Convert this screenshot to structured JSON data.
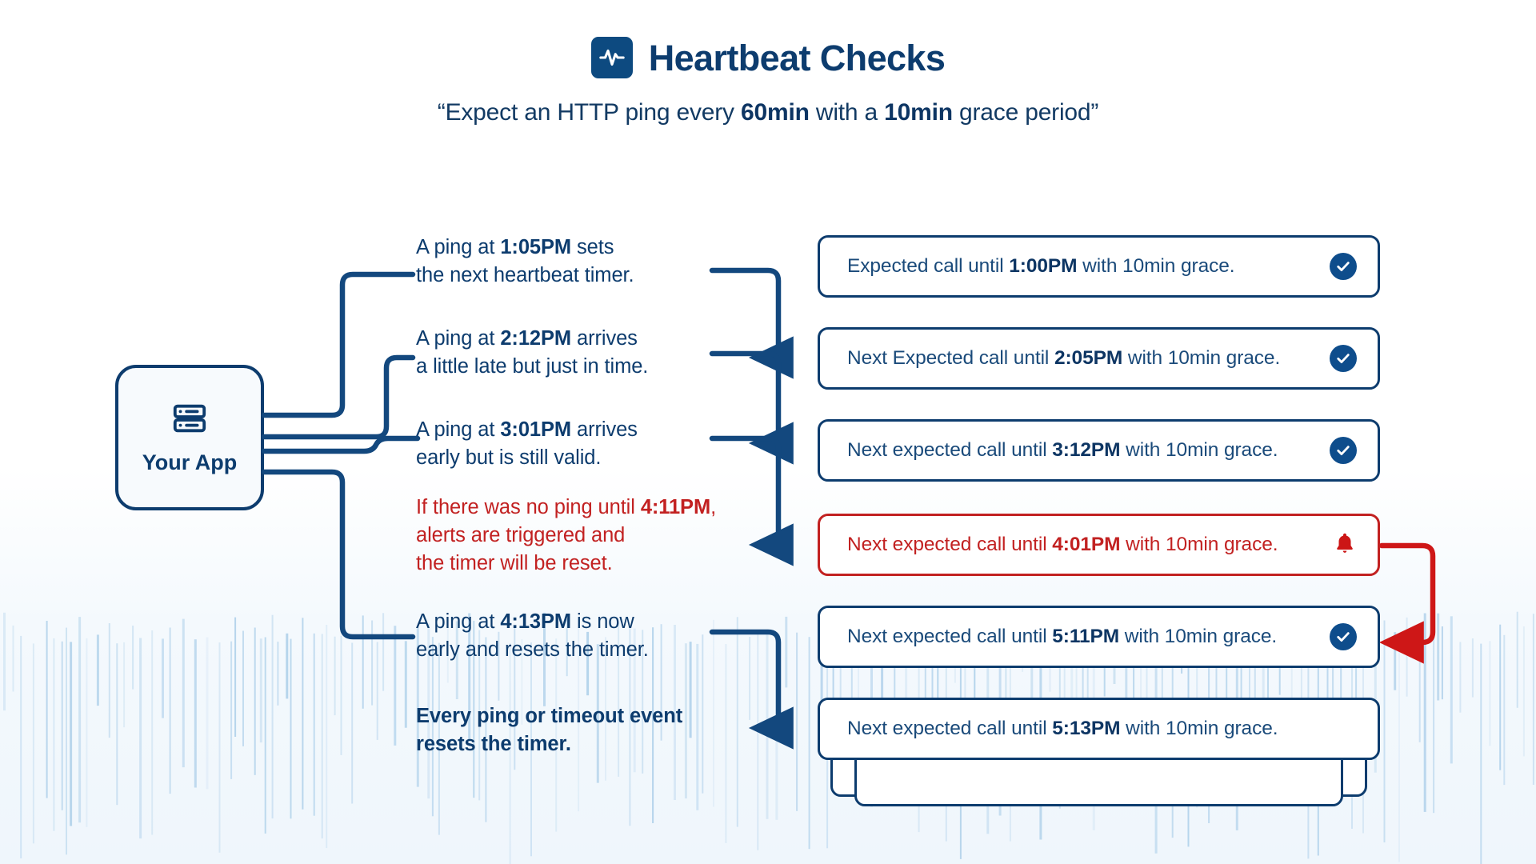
{
  "header": {
    "icon": "heartbeat-pulse-icon",
    "title": "Heartbeat Checks",
    "subtitle_prefix": "“Expect an HTTP ping every ",
    "subtitle_bold_1": "60min",
    "subtitle_middle": " with a ",
    "subtitle_bold_2": "10min",
    "subtitle_suffix": " grace period”"
  },
  "app_node": {
    "icon": "server-rack-icon",
    "label": "Your App"
  },
  "colors": {
    "navy": "#0d3c6e",
    "navy_deep": "#0d4a80",
    "red": "#c22121",
    "card_text": "#1a4a7a",
    "page_bg": "#ffffff",
    "wash_bg": "#eff6fc"
  },
  "events": [
    {
      "id": "ping-1-05pm",
      "tone": "normal",
      "text": "A ping at 1:05PM sets\nthe next heartbeat timer.",
      "bold": [
        "1:05PM"
      ]
    },
    {
      "id": "ping-2-12pm",
      "tone": "normal",
      "text": "A ping at 2:12PM arrives\na little late but just in time.",
      "bold": [
        "2:12PM"
      ]
    },
    {
      "id": "ping-3-01pm",
      "tone": "normal",
      "text": " A ping at 3:01PM arrives\n early but is still valid.",
      "bold": [
        "3:01PM"
      ]
    },
    {
      "id": "no-ping-4-11pm",
      "tone": "alert",
      "text": "If there was no ping until 4:11PM,\nalerts are triggered and\nthe timer will be reset.",
      "bold": [
        "4:11PM"
      ]
    },
    {
      "id": "ping-4-13pm",
      "tone": "normal",
      "text": "A ping at 4:13PM is now\nearly and resets the timer.",
      "bold": [
        "4:13PM"
      ]
    },
    {
      "id": "summary-note",
      "tone": "summary",
      "text": "Every ping or timeout event\nresets the timer.",
      "bold": []
    }
  ],
  "cards": [
    {
      "id": "card-1-00pm",
      "state": "ok",
      "icon": "check-circle-icon",
      "prefix": "Expected call until ",
      "time": "1:00PM",
      "suffix": " with 10min grace."
    },
    {
      "id": "card-2-05pm",
      "state": "ok",
      "icon": "check-circle-icon",
      "prefix": "Next Expected call until ",
      "time": "2:05PM",
      "suffix": " with 10min grace."
    },
    {
      "id": "card-3-12pm",
      "state": "ok",
      "icon": "check-circle-icon",
      "prefix": "Next expected call until ",
      "time": "3:12PM",
      "suffix": " with 10min grace."
    },
    {
      "id": "card-4-01pm",
      "state": "alert",
      "icon": "bell-alert-icon",
      "prefix": "Next expected call until ",
      "time": "4:01PM",
      "suffix": " with 10min grace."
    },
    {
      "id": "card-5-11pm",
      "state": "ok",
      "icon": "check-circle-icon",
      "prefix": "Next expected call until ",
      "time": "5:11PM",
      "suffix": " with 10min grace."
    },
    {
      "id": "card-5-13pm",
      "state": "plain",
      "icon": "none",
      "prefix": "Next expected call until ",
      "time": "5:13PM",
      "suffix": " with 10min grace."
    }
  ]
}
